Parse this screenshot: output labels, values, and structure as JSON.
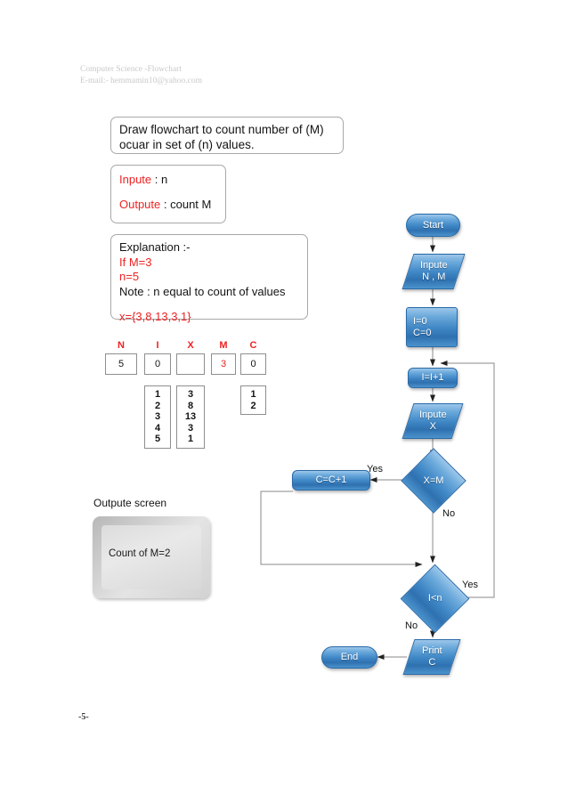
{
  "header": {
    "line1": "Computer Science -Flowchart",
    "line2": "E-mail:- hemmamin10@yahoo.com"
  },
  "page_number": "-5-",
  "title_box": {
    "line1": "Draw flowchart to count number of (M)",
    "line2": "ocuar in set of (n) values."
  },
  "io_box": {
    "input_label": "Inpute",
    "input_sep": " : ",
    "input_value": "n",
    "output_label": "Outpute",
    "output_sep": " :  ",
    "output_value": "count M"
  },
  "explanation": {
    "heading": "Explanation :-",
    "line_m": "If M=3",
    "line_n": "n=5",
    "note": "Note : n equal to count of values",
    "set": "x={3,8,13,3,1}"
  },
  "trace_table": {
    "headers": [
      "N",
      "I",
      "X",
      "M",
      "C"
    ],
    "first_row": [
      "5",
      "0",
      "",
      "3",
      "0"
    ],
    "column_i_values": [
      "1",
      "2",
      "3",
      "4",
      "5"
    ],
    "column_x_values": [
      "3",
      "8",
      "13",
      "3",
      "1"
    ],
    "column_c_values": [
      "1",
      "2"
    ]
  },
  "output_screen": {
    "label": "Outpute screen",
    "text": "Count of M=2"
  },
  "flowchart": {
    "nodes": {
      "start": "Start",
      "input_nm": "Inpute\nN , M",
      "init": "I=0\nC=0",
      "increment": "I=I+1",
      "input_x": "Inpute\nX",
      "compare": "X=M",
      "count": "C=C+1",
      "loop": "I<n",
      "print": "Print\nC",
      "end": "End"
    },
    "labels": {
      "yes_compare": "Yes",
      "no_compare": "No",
      "yes_loop": "Yes",
      "no_loop": "No"
    }
  },
  "colors": {
    "accent_red": "#ee2222",
    "node_blue": "#3f87c6",
    "node_blue_dark": "#2a6aa8",
    "line": "#808080"
  }
}
